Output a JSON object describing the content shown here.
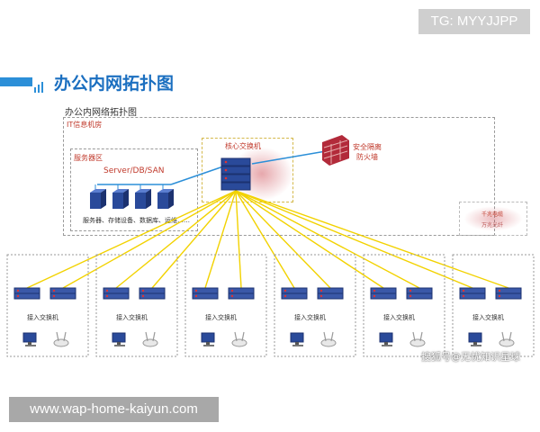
{
  "tg_badge": "TG: MYYJJPP",
  "page_title": "办公内网拓扑图",
  "diagram": {
    "subtitle": "办公内网络拓扑图",
    "machine_room_label": "IT信息机房",
    "server_zone_label": "服务器区",
    "server_types": "Server/DB/SAN",
    "server_desc": "服务器、存储设备、数据库、运维……",
    "core_switch_label": "核心交换机",
    "firewall_label_line1": "安全隔离",
    "firewall_label_line2": "防火墙",
    "legend_line1": "千兆电缆",
    "legend_line2": "万兆光纤",
    "access_switch_label": "接入交换机",
    "access_groups_count": 6
  },
  "colors": {
    "accent_blue": "#2c8fd8",
    "title_blue": "#1b6fc0",
    "link_yellow": "#f2d200",
    "server_blue": "#2a4a9a",
    "switch_red": "#b22a3a",
    "firewall_red": "#c0392b"
  },
  "icons": [
    "server-icon",
    "core-switch-icon",
    "firewall-icon",
    "access-switch-icon",
    "computer-icon",
    "wireless-ap-icon"
  ],
  "watermark": "搜狐号@无忧知识星球",
  "footer_badge": "www.wap-home-kaiyun.com"
}
